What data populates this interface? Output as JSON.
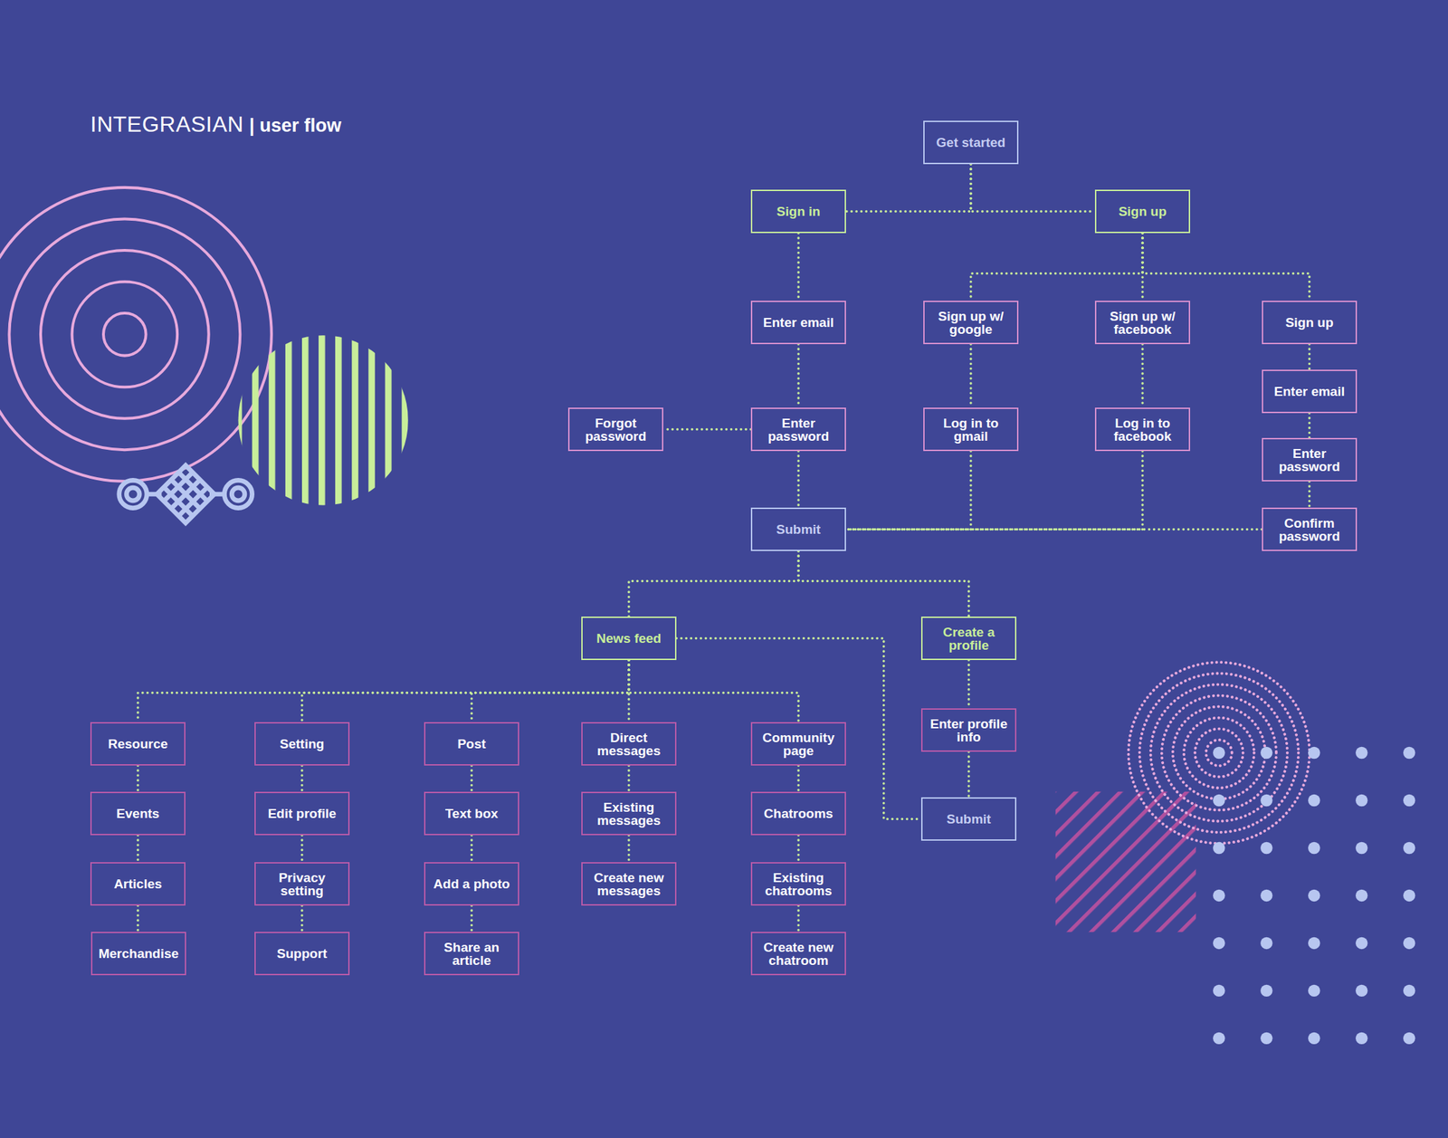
{
  "diagram": {
    "title": "INTEGRASIAN",
    "nodes": [
      {
        "text": [
          "Get started"
        ]
      },
      {
        "text": [
          "Sign in"
        ]
      },
      {
        "text": [
          "Sign up"
        ]
      },
      {
        "text": [
          "Enter email"
        ]
      },
      {
        "text": [
          "Sign up w/ google"
        ]
      },
      {
        "text": [
          "Sign up w/ facebook"
        ]
      },
      {
        "text": [
          "Sign up"
        ]
      },
      {
        "text": [
          "Enter email"
        ]
      },
      {
        "text": [
          "Forgot password"
        ]
      },
      {
        "text": [
          "Enter password"
        ]
      },
      {
        "text": [
          "Log in to gmail"
        ]
      },
      {
        "text": [
          "Log in to facebook"
        ]
      },
      {
        "text": [
          "Enter password"
        ]
      },
      {
        "text": [
          "Submit"
        ]
      },
      {
        "text": [
          "Confirm password"
        ]
      },
      {
        "text": [
          "News feed"
        ]
      },
      {
        "text": [
          "Create a profile"
        ]
      },
      {
        "text": [
          "Enter profile info"
        ]
      },
      {
        "text": [
          "Resource"
        ]
      },
      {
        "text": [
          "Setting"
        ]
      },
      {
        "text": [
          "Post"
        ]
      },
      {
        "text": [
          "Direct messages"
        ]
      },
      {
        "text": [
          "Community page"
        ]
      },
      {
        "text": [
          "Submit"
        ]
      },
      {
        "text": [
          "Events"
        ]
      },
      {
        "text": [
          "Edit profile"
        ]
      },
      {
        "text": [
          "Text box"
        ]
      },
      {
        "text": [
          "Existing messages"
        ]
      },
      {
        "text": [
          "Chatrooms"
        ]
      },
      {
        "text": [
          "Articles"
        ]
      },
      {
        "text": [
          "Privacy setting"
        ]
      },
      {
        "text": [
          "Add a photo"
        ]
      },
      {
        "text": [
          "Create new messages"
        ]
      },
      {
        "text": [
          "Existing chatrooms"
        ]
      },
      {
        "text": [
          "Merchandise"
        ]
      },
      {
        "text": [
          "Support"
        ]
      },
      {
        "text": [
          "Share an article"
        ]
      },
      {
        "text": [
          "Create new chatroom"
        ]
      }
    ],
    "edges": [
      {
        "from": 0,
        "to": 1,
        "arrow": "none"
      },
      {
        "from": 0,
        "to": 2,
        "arrow": "none"
      },
      {
        "from": 1,
        "to": 3,
        "arrow": "none"
      },
      {
        "from": 2,
        "to": 4,
        "arrow": "none"
      },
      {
        "from": 2,
        "to": 5,
        "arrow": "none"
      },
      {
        "from": 2,
        "to": 6,
        "arrow": "none"
      },
      {
        "from": 3,
        "to": 9,
        "arrow": "none"
      },
      {
        "from": 4,
        "to": 10,
        "arrow": "none"
      },
      {
        "from": 5,
        "to": 11,
        "arrow": "none"
      },
      {
        "from": 6,
        "to": 7,
        "arrow": "none"
      },
      {
        "from": 9,
        "to": 8,
        "arrow": "none"
      },
      {
        "from": 7,
        "to": 12,
        "arrow": "none"
      },
      {
        "from": 9,
        "to": 13,
        "arrow": "none"
      },
      {
        "from": 10,
        "to": 13,
        "arrow": "none"
      },
      {
        "from": 11,
        "to": 13,
        "arrow": "none"
      },
      {
        "from": 12,
        "to": 14,
        "arrow": "none"
      },
      {
        "from": 14,
        "to": 13,
        "arrow": "none"
      },
      {
        "from": 13,
        "to": 15,
        "arrow": "none"
      },
      {
        "from": 13,
        "to": 16,
        "arrow": "none"
      },
      {
        "from": 15,
        "to": 23,
        "arrow": "none"
      },
      {
        "from": 16,
        "to": 17,
        "arrow": "none"
      },
      {
        "from": 17,
        "to": 23,
        "arrow": "none"
      },
      {
        "from": 15,
        "to": 18,
        "arrow": "none"
      },
      {
        "from": 15,
        "to": 19,
        "arrow": "none"
      },
      {
        "from": 15,
        "to": 20,
        "arrow": "none"
      },
      {
        "from": 15,
        "to": 21,
        "arrow": "none"
      },
      {
        "from": 15,
        "to": 22,
        "arrow": "none"
      },
      {
        "from": 18,
        "to": 24,
        "arrow": "none"
      },
      {
        "from": 24,
        "to": 29,
        "arrow": "none"
      },
      {
        "from": 29,
        "to": 34,
        "arrow": "none"
      },
      {
        "from": 19,
        "to": 25,
        "arrow": "none"
      },
      {
        "from": 25,
        "to": 30,
        "arrow": "none"
      },
      {
        "from": 30,
        "to": 35,
        "arrow": "none"
      },
      {
        "from": 20,
        "to": 26,
        "arrow": "none"
      },
      {
        "from": 26,
        "to": 31,
        "arrow": "none"
      },
      {
        "from": 31,
        "to": 36,
        "arrow": "none"
      },
      {
        "from": 21,
        "to": 27,
        "arrow": "none"
      },
      {
        "from": 27,
        "to": 32,
        "arrow": "none"
      },
      {
        "from": 22,
        "to": 28,
        "arrow": "none"
      },
      {
        "from": 28,
        "to": 33,
        "arrow": "none"
      },
      {
        "from": 33,
        "to": 37,
        "arrow": "none"
      }
    ],
    "labels": [
      "| user flow"
    ]
  }
}
